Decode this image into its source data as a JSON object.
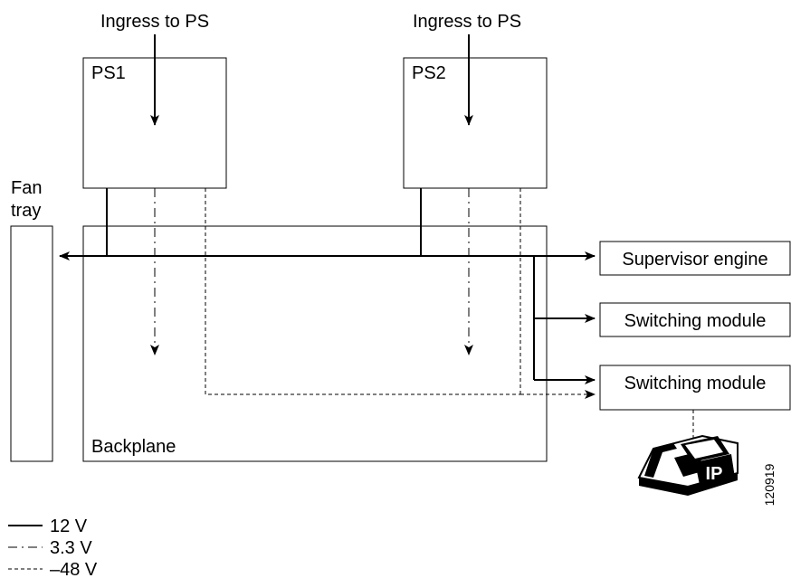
{
  "power_supplies": [
    {
      "label": "PS1",
      "ingress_label": "Ingress to PS"
    },
    {
      "label": "PS2",
      "ingress_label": "Ingress to PS"
    }
  ],
  "fan_tray": {
    "label_line1": "Fan",
    "label_line2": "tray"
  },
  "backplane": {
    "label": "Backplane"
  },
  "modules": [
    {
      "label": "Supervisor engine"
    },
    {
      "label": "Switching module"
    },
    {
      "label": "Switching module"
    }
  ],
  "ip_phone": {
    "label": "IP",
    "icon": "ip-phone-icon"
  },
  "figure_id": "120919",
  "legend": [
    {
      "line_style": "solid",
      "label": "12 V"
    },
    {
      "line_style": "dash-dot",
      "label": "3.3 V"
    },
    {
      "line_style": "dashed",
      "label": "–48 V"
    }
  ]
}
